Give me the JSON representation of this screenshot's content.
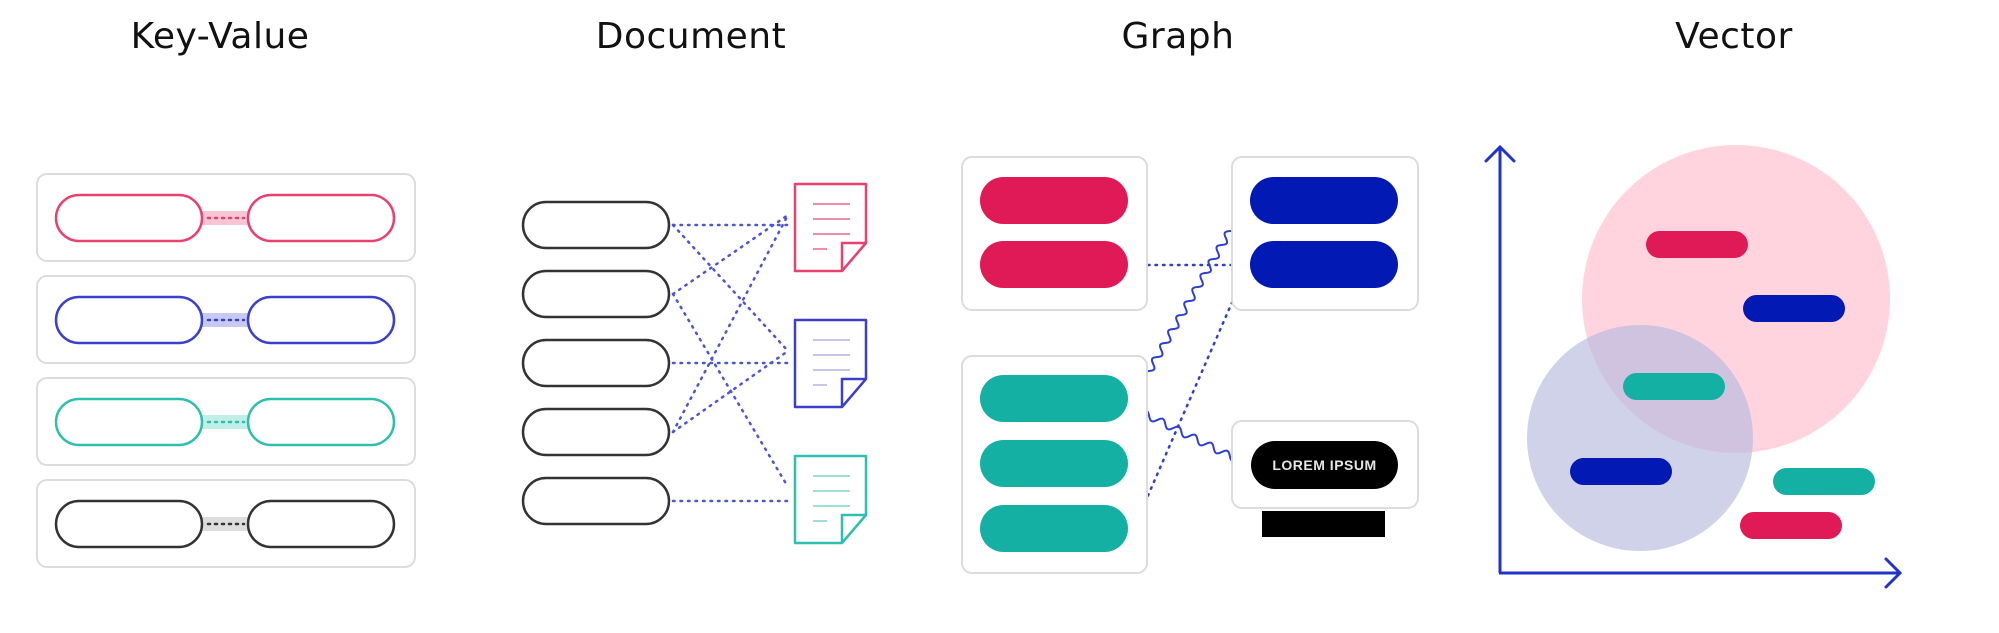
{
  "sections": [
    {
      "id": "key-value",
      "title": "Key-Value",
      "rows": [
        {
          "color": "#e8416f",
          "connector_fill": "#f7c6d4"
        },
        {
          "color": "#3c3fc9",
          "connector_fill": "#c8c9f0"
        },
        {
          "color": "#2fbfae",
          "connector_fill": "#c2eee8"
        },
        {
          "color": "#333333",
          "connector_fill": "#dddddd"
        }
      ]
    },
    {
      "id": "document",
      "title": "Document",
      "pill_count": 5,
      "documents": [
        {
          "color": "#e8416f",
          "line_color": "#f08ca8"
        },
        {
          "color": "#3c3fc9",
          "line_color": "#c4c6ea"
        },
        {
          "color": "#2fbfae",
          "line_color": "#9fe0d7"
        }
      ],
      "links": [
        [
          0,
          0
        ],
        [
          0,
          1
        ],
        [
          1,
          0
        ],
        [
          1,
          2
        ],
        [
          2,
          1
        ],
        [
          3,
          0
        ],
        [
          3,
          1
        ],
        [
          4,
          2
        ]
      ],
      "link_color": "#4a55d9"
    },
    {
      "id": "graph",
      "title": "Graph",
      "groups": {
        "top_left": {
          "color": "#e01a57",
          "count": 2
        },
        "top_right": {
          "color": "#0319b3",
          "count": 2
        },
        "bottom_left": {
          "color": "#14b0a4",
          "count": 3
        },
        "bottom_right": {
          "color": "#000000",
          "label": "LOREM IPSUM"
        }
      },
      "edge_color": "#2f3fd0"
    },
    {
      "id": "vector",
      "title": "Vector",
      "axis_color": "#2233cc",
      "clusters": [
        {
          "name": "pink-cluster",
          "color": "#ffc4d3"
        },
        {
          "name": "blue-cluster",
          "color": "#b7badf"
        }
      ],
      "bars": [
        {
          "color": "#e01a57"
        },
        {
          "color": "#0319b3"
        },
        {
          "color": "#14b0a4"
        },
        {
          "color": "#0319b3"
        },
        {
          "color": "#14b0a4"
        },
        {
          "color": "#e01a57"
        }
      ]
    }
  ]
}
